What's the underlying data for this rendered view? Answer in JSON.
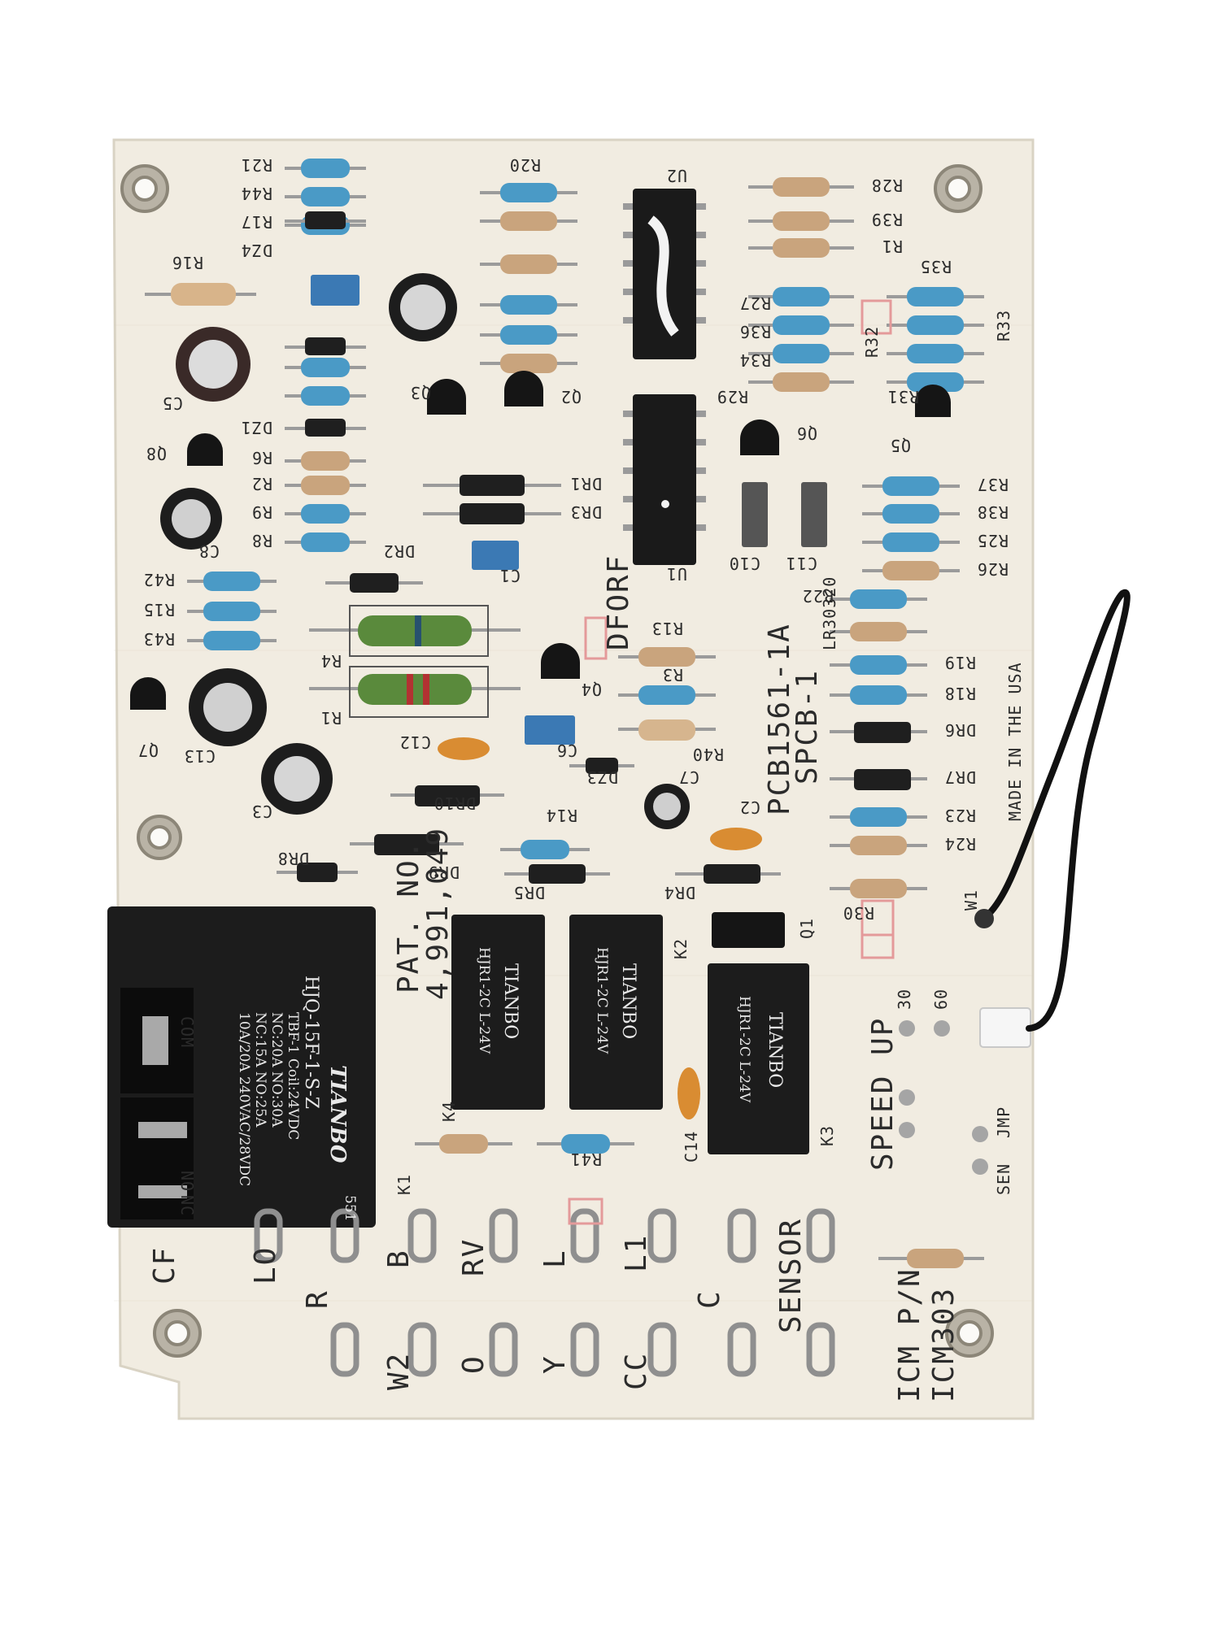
{
  "photo": {
    "board_color": "#f1ece1",
    "relay_color": "#1c1c1c"
  },
  "silkscreen": {
    "part_label": "ICM P/N",
    "part_number": "ICM303",
    "pcb_id": "PCB1561-1A",
    "pcb_rev": "SPCB-1",
    "ul_file": "LR30320",
    "dforf": "DFORF",
    "made_in": "MADE IN THE USA",
    "patent_label": "PAT. NO.",
    "patent_number": "4,991,049",
    "speed_up": "SPEED UP",
    "jmp": "JMP",
    "sen": "SEN",
    "t30": "30",
    "t60": "60",
    "terminals_row1": [
      "LO",
      "B",
      "RV",
      "L",
      "L1",
      "SENSOR"
    ],
    "terminals_row2": [
      "R",
      "W2",
      "O",
      "Y",
      "CC",
      "C"
    ],
    "relay_pins": [
      "COM",
      "NO",
      "NC"
    ],
    "cf": "CF"
  },
  "relays": {
    "k1": {
      "brand": "TIANBO",
      "model": "HJQ-15F-1-S-Z",
      "spec1": "TBF-1 Coil:24VDC",
      "spec2": "NC:20A NO:30A",
      "spec3": "NC:15A NO:25A",
      "spec4": "10A/20A  240VAC/28VDC",
      "code": "551"
    },
    "small": [
      {
        "ref": "K4",
        "brand": "TIANBO",
        "model": "HJR1-2C L-24V"
      },
      {
        "ref": "K2",
        "brand": "TIANBO",
        "model": "HJR1-2C L-24V"
      },
      {
        "ref": "K3",
        "brand": "TIANBO",
        "model": "HJR1-2C L-24V"
      }
    ]
  },
  "refs": [
    "R21",
    "R44",
    "R17",
    "DZ4",
    "R16",
    "R20",
    "U2",
    "R28",
    "R39",
    "R1",
    "R35",
    "R33",
    "R32",
    "R27",
    "R36",
    "R34",
    "R29",
    "R31",
    "C5",
    "Q8",
    "Q3",
    "Q2",
    "Q6",
    "Q5",
    "DZ1",
    "R6",
    "R2",
    "R9",
    "R8",
    "DR1",
    "DR3",
    "U1",
    "R37",
    "R38",
    "R25",
    "R26",
    "C8",
    "C1",
    "C10",
    "C11",
    "R42",
    "R15",
    "R43",
    "DR2",
    "R4",
    "R1",
    "R13",
    "R3",
    "R22",
    "R19",
    "R18",
    "Q4",
    "Q7",
    "C13",
    "C12",
    "C6",
    "R40",
    "DR6",
    "DZ3",
    "C7",
    "C2",
    "DR7",
    "R23",
    "R24",
    "C3",
    "DR10",
    "R14",
    "DR8",
    "DR9",
    "DR5",
    "DR4",
    "R30",
    "Q1",
    "K1",
    "R41",
    "C14",
    "W1"
  ]
}
